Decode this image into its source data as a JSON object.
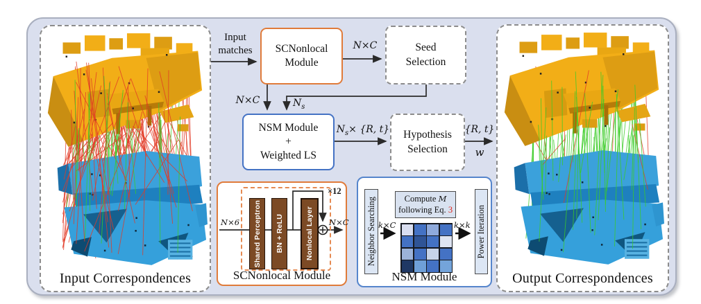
{
  "figure": {
    "background": "#DADFEE",
    "border_color": "#A9AFBF"
  },
  "panels": {
    "input": {
      "caption": "Input Correspondences"
    },
    "output": {
      "caption": "Output Correspondences"
    }
  },
  "flow": {
    "input_matches_line1": "Input",
    "input_matches_line2": "matches",
    "scnonlocal": {
      "line1": "SCNonlocal",
      "line2": "Module",
      "border_color": "#E07B3A"
    },
    "seed": {
      "line1": "Seed",
      "line2": "Selection"
    },
    "nsm": {
      "line1": "NSM Module",
      "line2": "+",
      "line3": "Weighted LS",
      "border_color": "#4472C4"
    },
    "hypothesis": {
      "line1": "Hypothesis",
      "line2": "Selection"
    },
    "labels": {
      "nxc_top": "N×C",
      "nxc_down": "N×C",
      "ns_base": "N",
      "ns_sub": "s",
      "nsrt_base": "N",
      "nsrt_sub": "s",
      "nsrt_rest": "× {R, t}",
      "rt": "{R, t}",
      "w": "w"
    }
  },
  "scnonlocal_detail": {
    "caption": "SCNonlocal Module",
    "repeat_label": "×12",
    "input_label": "N×6",
    "output_label": "N×C",
    "bars": [
      "Shared Perceptron",
      "BN + ReLU",
      "Nonlocal Layer"
    ],
    "bar_color": "#7C4A25",
    "border_color": "#E07B3A"
  },
  "nsm_detail": {
    "caption": "NSM Module",
    "left_label": "Neighbor Searching",
    "right_label": "Power Iteration",
    "compute_prefix": "Compute ",
    "compute_var": "M",
    "compute_line2_prefix": "following Eq. ",
    "compute_eq_num": "3",
    "eq_num_color": "#E0251B",
    "input_label": "k×C",
    "output_label": "k×k",
    "border_color": "#4472C4",
    "grid_colors": [
      [
        "#D9DEF0",
        "#4472C4",
        "#8FAADC",
        "#4472C4"
      ],
      [
        "#4472C4",
        "#2F5496",
        "#4472C4",
        "#DEE4F2"
      ],
      [
        "#9CB3DA",
        "#4472C4",
        "#C6D3E8",
        "#4472C4"
      ],
      [
        "#1F3864",
        "#6FA0D8",
        "#4472C4",
        "#74A4DA"
      ]
    ]
  },
  "pointclouds": {
    "source_color": "#F2AE17",
    "target_color": "#3BA1DB",
    "inlier_color": "#3BCC27",
    "outlier_color": "#E23A26",
    "input_lines": {
      "outliers": 85,
      "inliers": 26
    },
    "output_lines": {
      "outliers": 6,
      "inliers": 58
    }
  }
}
